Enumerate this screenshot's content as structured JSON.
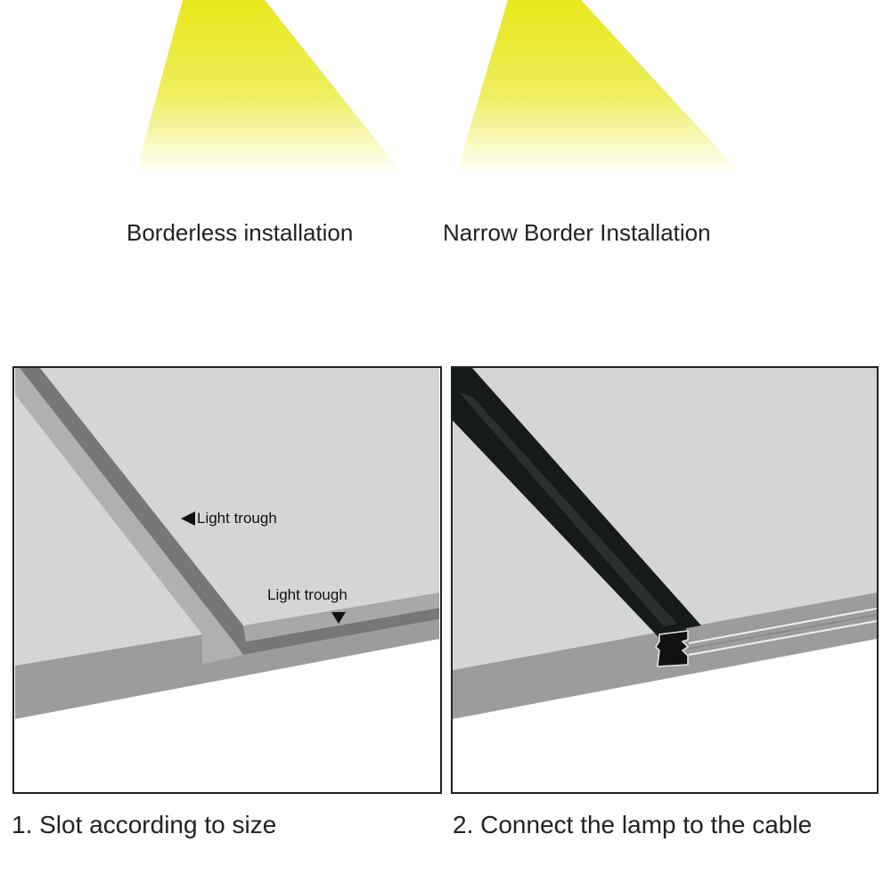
{
  "modes": [
    {
      "label": "Borderless installation"
    },
    {
      "label": "Narrow Border Installation"
    }
  ],
  "steps": [
    {
      "caption": "1. Slot according to size",
      "labels": [
        "Light trough",
        "Light trough"
      ]
    },
    {
      "caption": "2. Connect the lamp to the cable"
    }
  ],
  "colors": {
    "light": "#eaea1e",
    "surface": "#d5d5d5",
    "edge": "#9e9e9e",
    "trough": "#777777",
    "profile": "#151a1a"
  }
}
